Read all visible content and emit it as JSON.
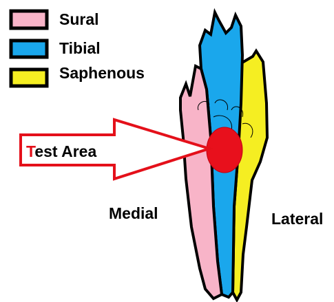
{
  "legend": {
    "items": [
      {
        "label": "Sural",
        "color": "#f8b4c8"
      },
      {
        "label": "Tibial",
        "color": "#1aa7ec"
      },
      {
        "label": "Saphenous",
        "color": "#f5ee22"
      }
    ]
  },
  "arrow": {
    "label_first": "T",
    "label_rest": "est Area",
    "outline_color": "#e4101a"
  },
  "test_area": {
    "color": "#e8101c"
  },
  "labels": {
    "medial": "Medial",
    "lateral": "Lateral"
  }
}
